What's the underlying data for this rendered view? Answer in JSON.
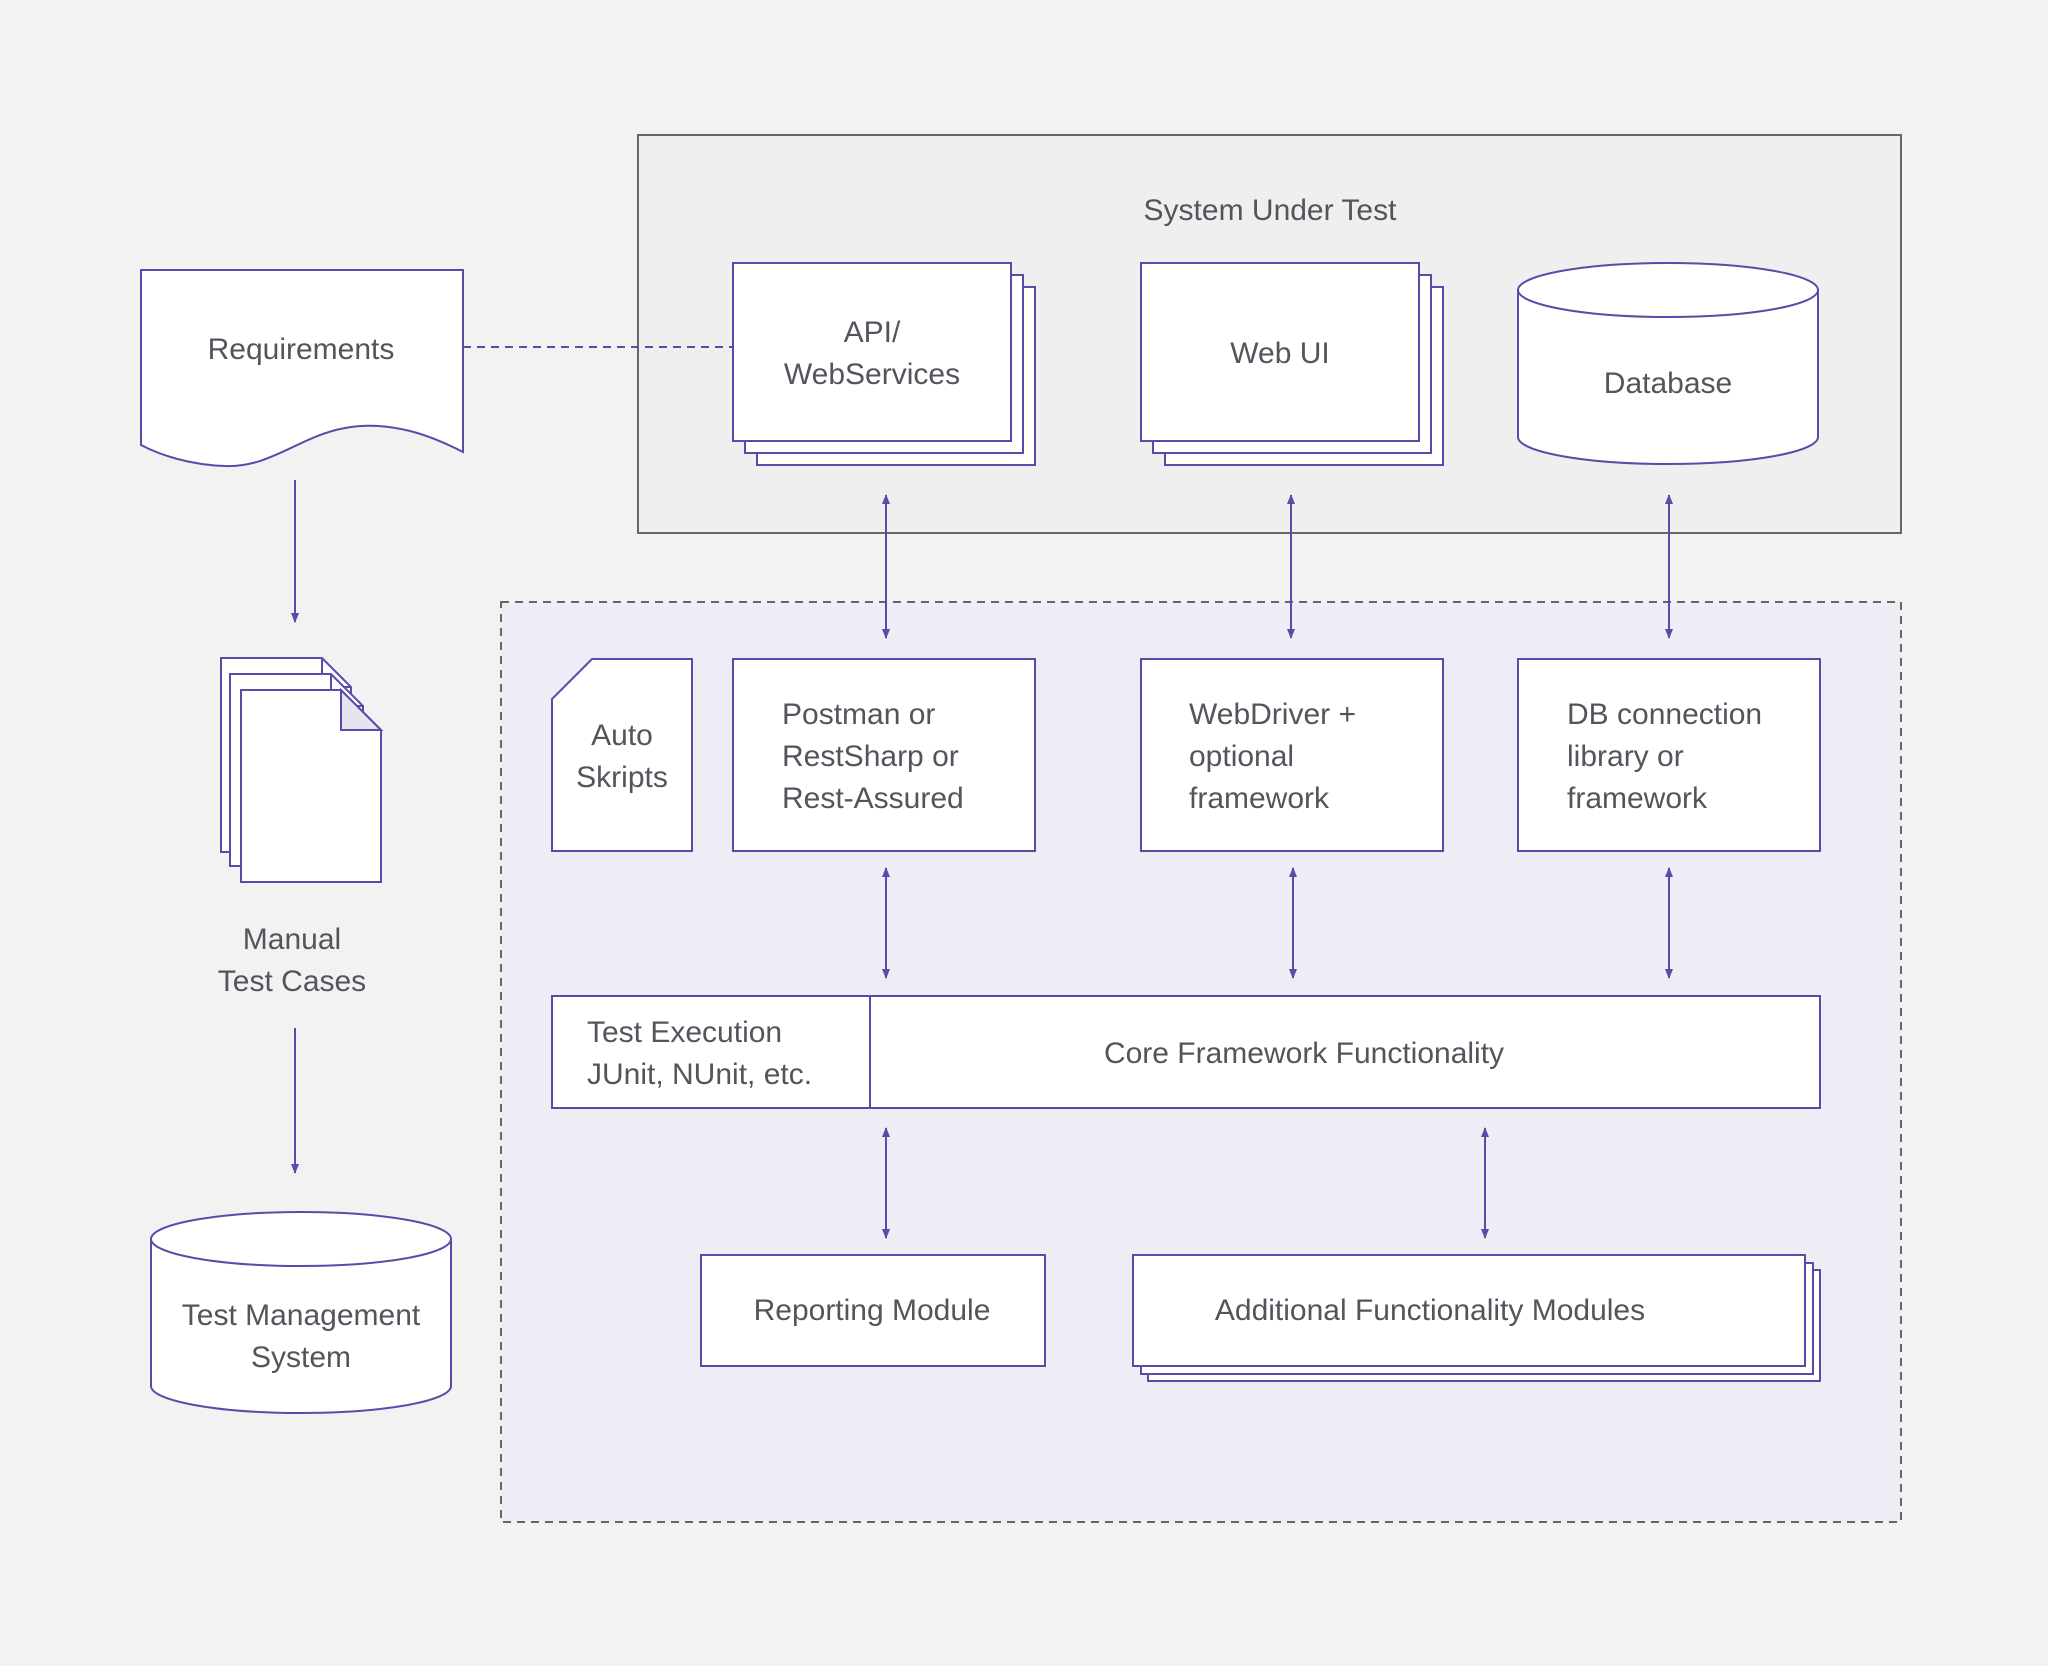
{
  "colors": {
    "background": "#f2f2f2",
    "stroke": "#5c4aa8",
    "text": "#54545c",
    "sut_fill": "#efefef",
    "sut_stroke": "#666666",
    "framework_fill": "#efecf5",
    "node_fill": "#ffffff"
  },
  "requirements": {
    "label": "Requirements"
  },
  "manual_test_cases": {
    "line1": "Manual",
    "line2": "Test Cases"
  },
  "test_management": {
    "line1": "Test Management",
    "line2": "System"
  },
  "system_under_test": {
    "title": "System Under Test",
    "api": {
      "line1": "API/",
      "line2": "WebServices"
    },
    "web_ui": {
      "label": "Web UI"
    },
    "database": {
      "label": "Database"
    }
  },
  "framework": {
    "auto_skripts": {
      "line1": "Auto",
      "line2": "Skripts"
    },
    "postman": {
      "line1": "Postman or",
      "line2": "RestSharp or",
      "line3": "Rest-Assured"
    },
    "webdriver": {
      "line1": "WebDriver +",
      "line2": "optional",
      "line3": "framework"
    },
    "db_connection": {
      "line1": "DB connection",
      "line2": "library or",
      "line3": "framework"
    },
    "test_execution": {
      "line1": "Test Execution",
      "line2": "JUnit, NUnit, etc."
    },
    "core": {
      "label": "Core Framework Functionality"
    },
    "reporting": {
      "label": "Reporting Module"
    },
    "additional": {
      "label": "Additional Functionality Modules"
    }
  }
}
